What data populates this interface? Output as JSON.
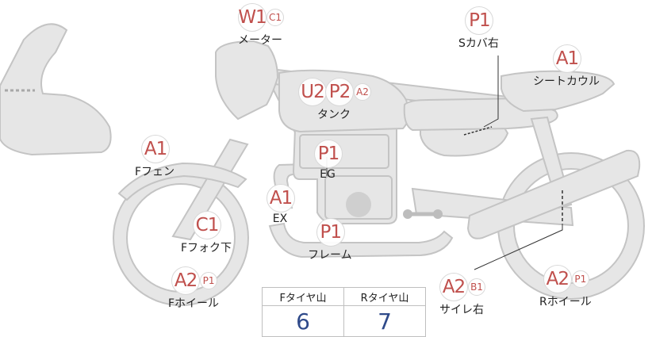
{
  "colors": {
    "part_fill": "#e6e6e6",
    "part_stroke": "#c4c4c4",
    "badge_text": "#c0504d",
    "value_text": "#2f4a8a",
    "leader": "#333333"
  },
  "labels": {
    "meter": {
      "grades": [
        "W1"
      ],
      "sub": "C1",
      "name": "メーター"
    },
    "s_cover": {
      "grades": [
        "P1"
      ],
      "sub": "",
      "name": "Sカバ右"
    },
    "seat_cowl": {
      "grades": [
        "A1"
      ],
      "sub": "",
      "name": "シートカウル"
    },
    "tank": {
      "grades": [
        "U2",
        "P2"
      ],
      "sub": "A2",
      "name": "タンク"
    },
    "f_fender": {
      "grades": [
        "A1"
      ],
      "sub": "",
      "name": "Fフェン"
    },
    "engine": {
      "grades": [
        "P1"
      ],
      "sub": "",
      "name": "EG"
    },
    "exhaust": {
      "grades": [
        "A1"
      ],
      "sub": "",
      "name": "EX"
    },
    "f_fork": {
      "grades": [
        "C1"
      ],
      "sub": "",
      "name": "Fフォク下"
    },
    "frame": {
      "grades": [
        "P1"
      ],
      "sub": "",
      "name": "フレーム"
    },
    "f_wheel": {
      "grades": [
        "A2"
      ],
      "sub": "P1",
      "name": "Fホイール"
    },
    "muffler": {
      "grades": [
        "A2"
      ],
      "sub": "B1",
      "name": "サイレ右"
    },
    "r_wheel": {
      "grades": [
        "A2"
      ],
      "sub": "P1",
      "name": "Rホイール"
    }
  },
  "tire_table": {
    "front_header": "Fタイヤ山",
    "rear_header": "Rタイヤ山",
    "front_value": "6",
    "rear_value": "7"
  }
}
